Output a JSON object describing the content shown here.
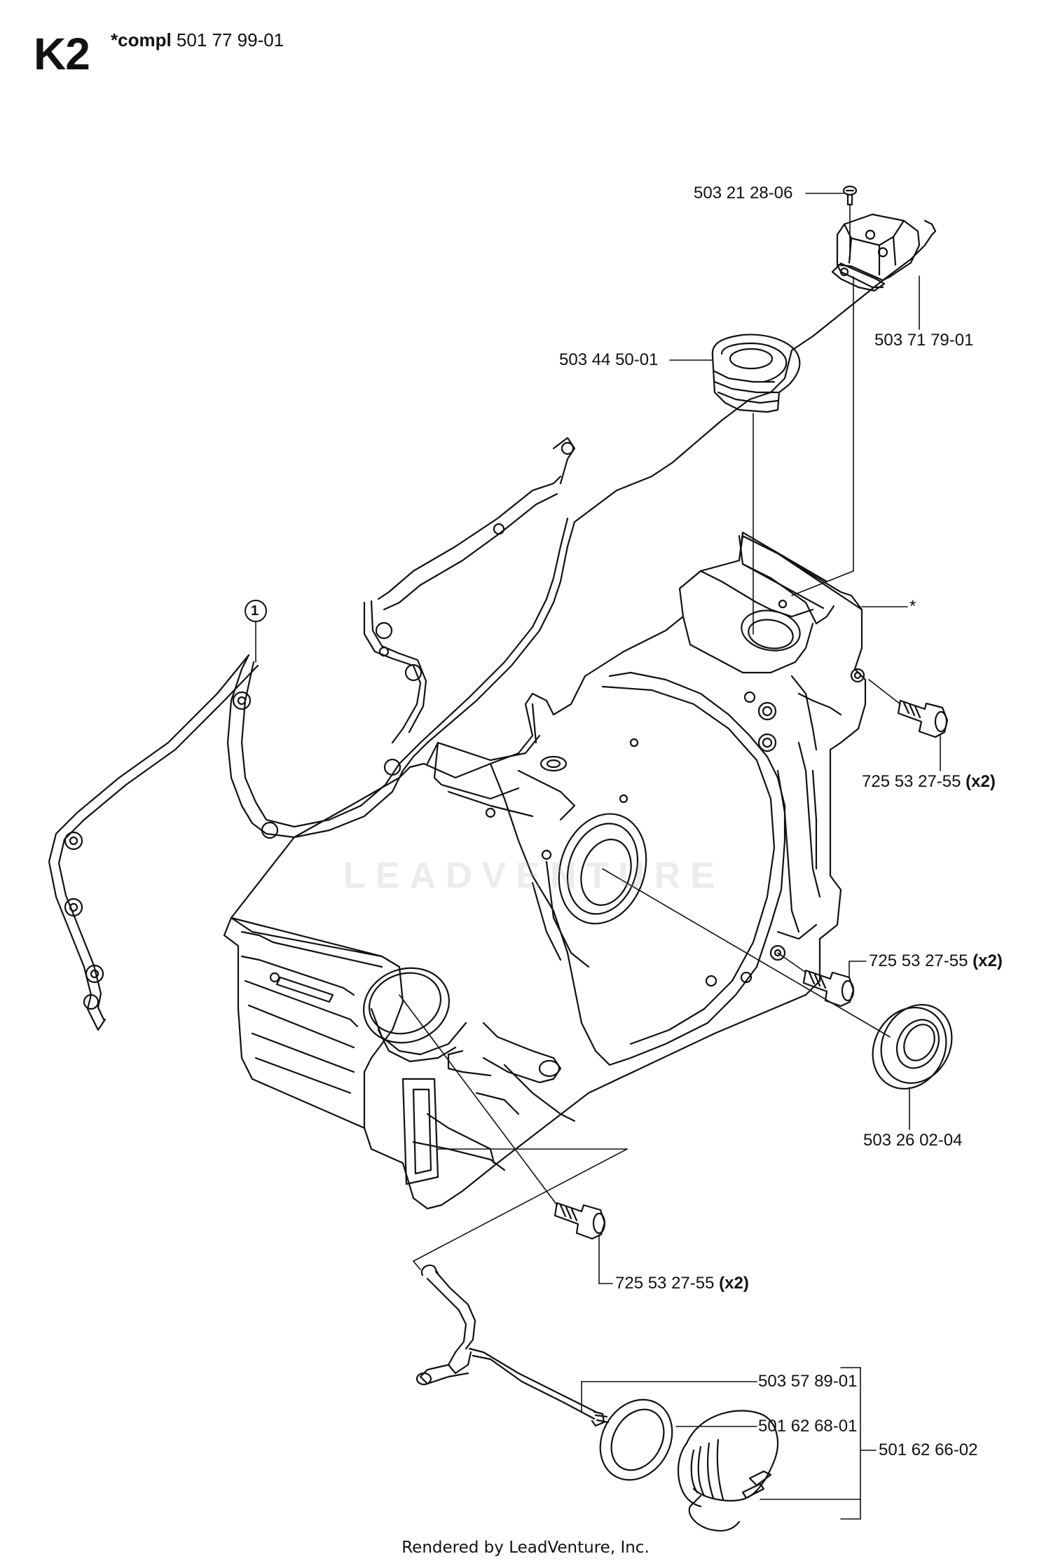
{
  "header": {
    "section": "K2",
    "compl_prefix": "*compl",
    "compl_number": "501 77 99-01"
  },
  "callouts": {
    "screw_top": "503 21 28-06",
    "bracket": "503 71 79-01",
    "grommet": "503 44 50-01",
    "asterisk": "*",
    "item_ref": "1",
    "bolt_upper": {
      "part": "725 53 27-55",
      "qty": "(x2)"
    },
    "bolt_middle": {
      "part": "725 53 27-55",
      "qty": "(x2)"
    },
    "seal": "503 26 02-04",
    "bolt_lower": {
      "part": "725 53 27-55",
      "qty": "(x2)"
    },
    "filter": "503 57 89-01",
    "gasket_ring": "501 62 68-01",
    "cap_assembly": "501 62 66-02"
  },
  "watermark": "LEADVENTURE",
  "footer": "Rendered by LeadVenture, Inc."
}
